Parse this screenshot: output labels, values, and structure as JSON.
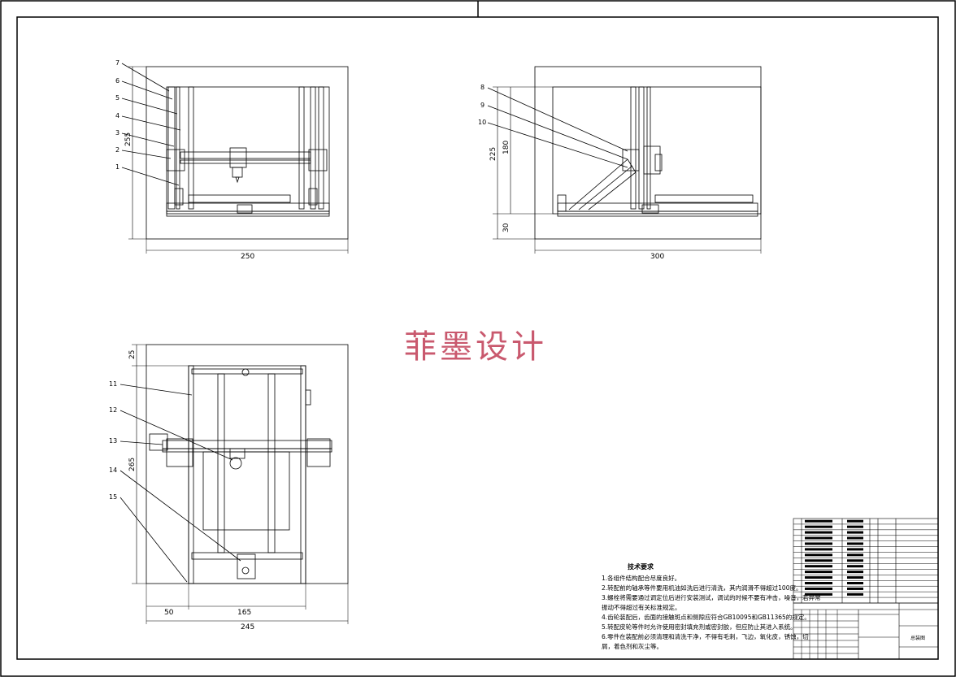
{
  "watermark": "菲墨设计",
  "views": {
    "front": {
      "labels": [
        "7",
        "6",
        "5",
        "4",
        "3",
        "2",
        "1"
      ],
      "dims": {
        "width": "250",
        "height": "255"
      }
    },
    "side": {
      "labels": [
        "8",
        "9",
        "10"
      ],
      "dims": {
        "height_total": "225",
        "height_upper": "180",
        "height_base": "30",
        "width": "300"
      }
    },
    "top": {
      "labels": [
        "11",
        "12",
        "13",
        "14",
        "15"
      ],
      "dims": {
        "top_offset": "25",
        "height": "265",
        "left": "50",
        "mid": "165",
        "total": "245"
      }
    }
  },
  "notes": {
    "title": "技术要求",
    "lines": [
      "1.各组件结构配合尽度良好。",
      "2.转配前的轴承等件要用机油如洗后进行清洗，其内润滑不得超过100度。",
      "3.螺栓将需要通过调定位后进行安装测试，调试的时候不要有冲击，噪音，若异常",
      "振动不得超过有关标准规定。",
      "4.齿轮装配后，齿面的接触斑点和侧隙应符合GB10095和GB11365的规定。",
      "5.转配皮轮等件时允许使用密封填充剂或密封胶，但应防止其进入系统。",
      "6.零件在装配前必须清理和清洗干净，不得有毛刺，飞边，氧化皮，锈蚀，切",
      "屑，着色剂和灰尘等。"
    ]
  },
  "titleblock": {
    "drawing_label": "总装图"
  }
}
